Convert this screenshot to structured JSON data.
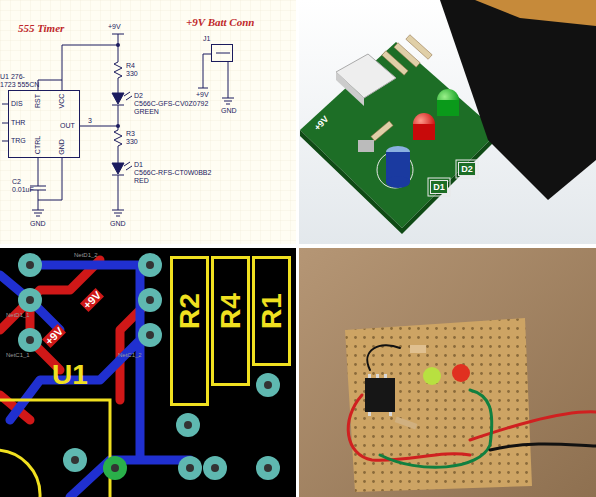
{
  "diagram": {
    "nodes": [
      {
        "text": [
          "U1 276-1723 555CN"
        ]
      },
      {
        "text": [
          "J1"
        ]
      },
      {
        "text": [
          "D1"
        ]
      },
      {
        "text": [
          "D2"
        ]
      },
      {
        "text": [
          "R2"
        ]
      },
      {
        "text": [
          "R4"
        ]
      },
      {
        "text": [
          "R1"
        ]
      }
    ],
    "labels": [
      "555 Timer",
      "+9V Batt Conn",
      "+9V",
      "R4",
      "330",
      "D2",
      "C566C-GFS-CV0Z0792",
      "GREEN",
      "3",
      "R3",
      "330",
      "D1",
      "C566C-RFS-CT0W0BB2",
      "RED",
      "C2",
      "0.01uF",
      "GND",
      "GND",
      "+9V",
      "GND",
      "DIS",
      "THR",
      "TRG",
      "RST",
      "VCC",
      "CTRL",
      "GND",
      "OUT",
      "+9V",
      "+9V",
      "+9V",
      "U1",
      "NetC1_1",
      "NetC1_2",
      "NetD1_2",
      "NetD1_1"
    ]
  }
}
